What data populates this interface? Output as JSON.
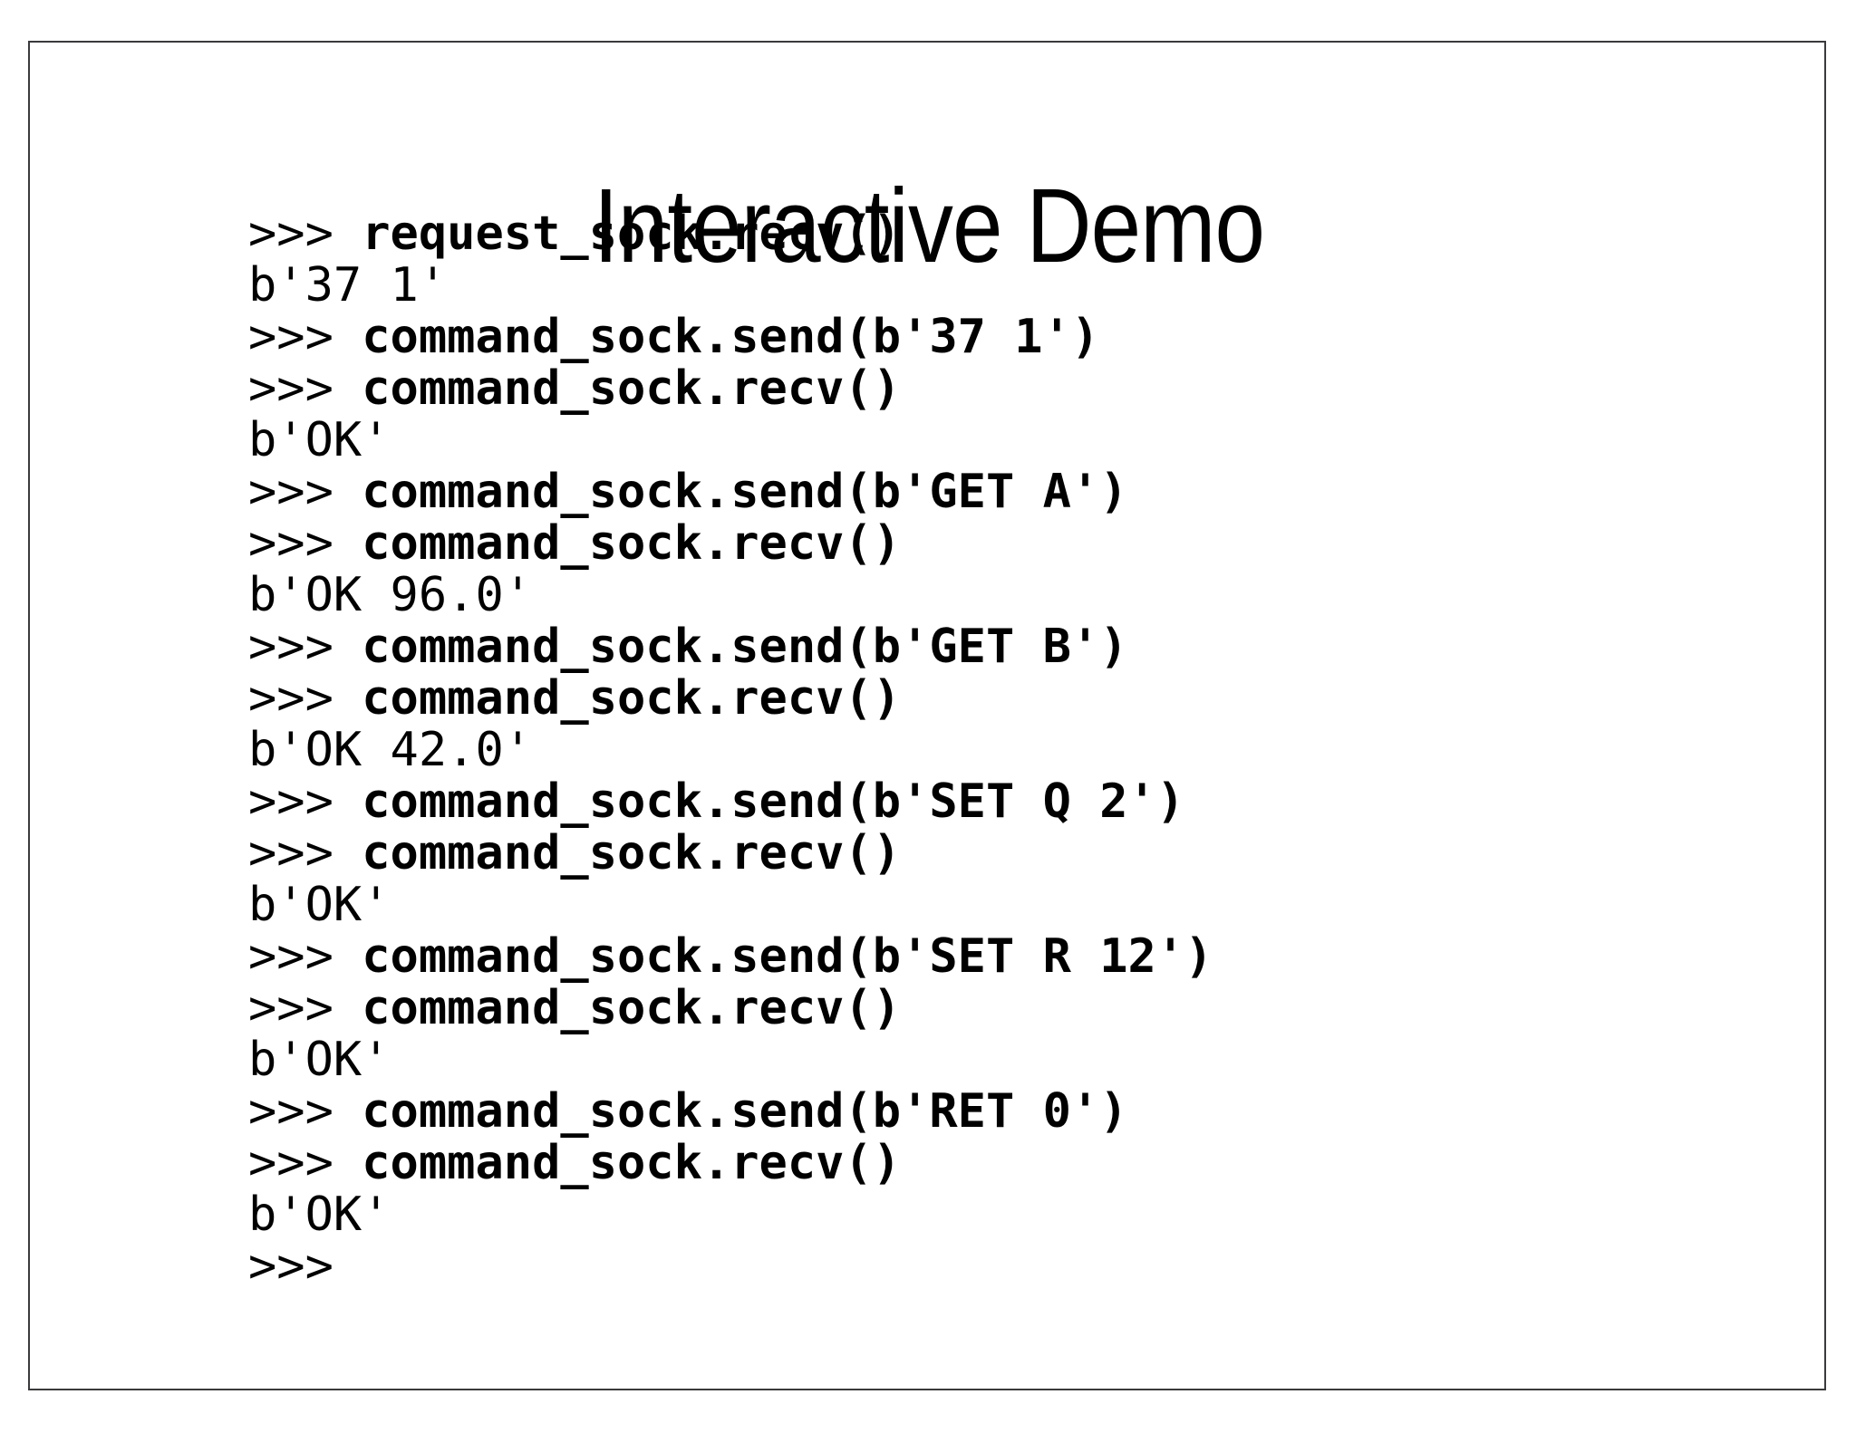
{
  "slide": {
    "title": "Interactive Demo",
    "frame_color": "#3a3a3c",
    "background": "#ffffff",
    "text_color": "#000000"
  },
  "console": {
    "prompt": ">>> ",
    "lines": [
      {
        "kind": "input",
        "prompt": ">>> ",
        "text": "request_sock.recv()"
      },
      {
        "kind": "output",
        "prompt": "",
        "text": "b'37 1'"
      },
      {
        "kind": "input",
        "prompt": ">>> ",
        "text": "command_sock.send(b'37 1')"
      },
      {
        "kind": "input",
        "prompt": ">>> ",
        "text": "command_sock.recv()"
      },
      {
        "kind": "output",
        "prompt": "",
        "text": "b'OK'"
      },
      {
        "kind": "input",
        "prompt": ">>> ",
        "text": "command_sock.send(b'GET A')"
      },
      {
        "kind": "input",
        "prompt": ">>> ",
        "text": "command_sock.recv()"
      },
      {
        "kind": "output",
        "prompt": "",
        "text": "b'OK 96.0'"
      },
      {
        "kind": "input",
        "prompt": ">>> ",
        "text": "command_sock.send(b'GET B')"
      },
      {
        "kind": "input",
        "prompt": ">>> ",
        "text": "command_sock.recv()"
      },
      {
        "kind": "output",
        "prompt": "",
        "text": "b'OK 42.0'"
      },
      {
        "kind": "input",
        "prompt": ">>> ",
        "text": "command_sock.send(b'SET Q 2')"
      },
      {
        "kind": "input",
        "prompt": ">>> ",
        "text": "command_sock.recv()"
      },
      {
        "kind": "output",
        "prompt": "",
        "text": "b'OK'"
      },
      {
        "kind": "input",
        "prompt": ">>> ",
        "text": "command_sock.send(b'SET R 12')"
      },
      {
        "kind": "input",
        "prompt": ">>> ",
        "text": "command_sock.recv()"
      },
      {
        "kind": "output",
        "prompt": "",
        "text": "b'OK'"
      },
      {
        "kind": "input",
        "prompt": ">>> ",
        "text": "command_sock.send(b'RET 0')"
      },
      {
        "kind": "input",
        "prompt": ">>> ",
        "text": "command_sock.recv()"
      },
      {
        "kind": "output",
        "prompt": "",
        "text": "b'OK'"
      },
      {
        "kind": "input",
        "prompt": ">>> ",
        "text": ""
      }
    ]
  }
}
